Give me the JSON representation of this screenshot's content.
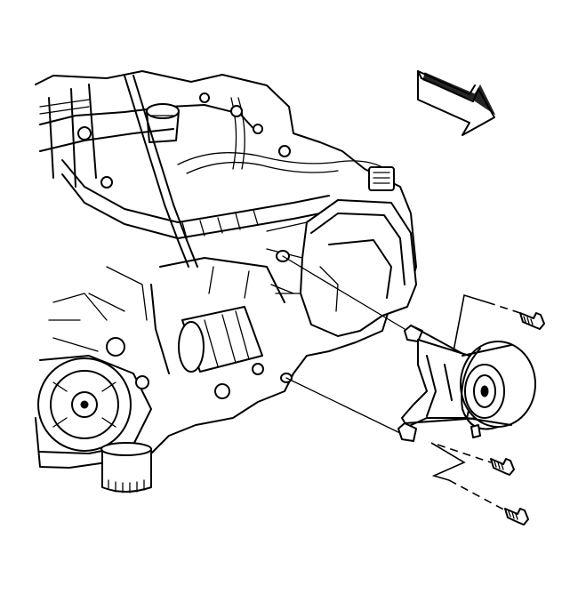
{
  "figure": {
    "type": "exploded-assembly-illustration",
    "subject": "engine-transaxle-with-mount-bracket",
    "direction_arrow_icon": "front-direction-arrow-icon",
    "fasteners": 3,
    "colors": {
      "line": "#000000",
      "background": "#ffffff"
    }
  }
}
